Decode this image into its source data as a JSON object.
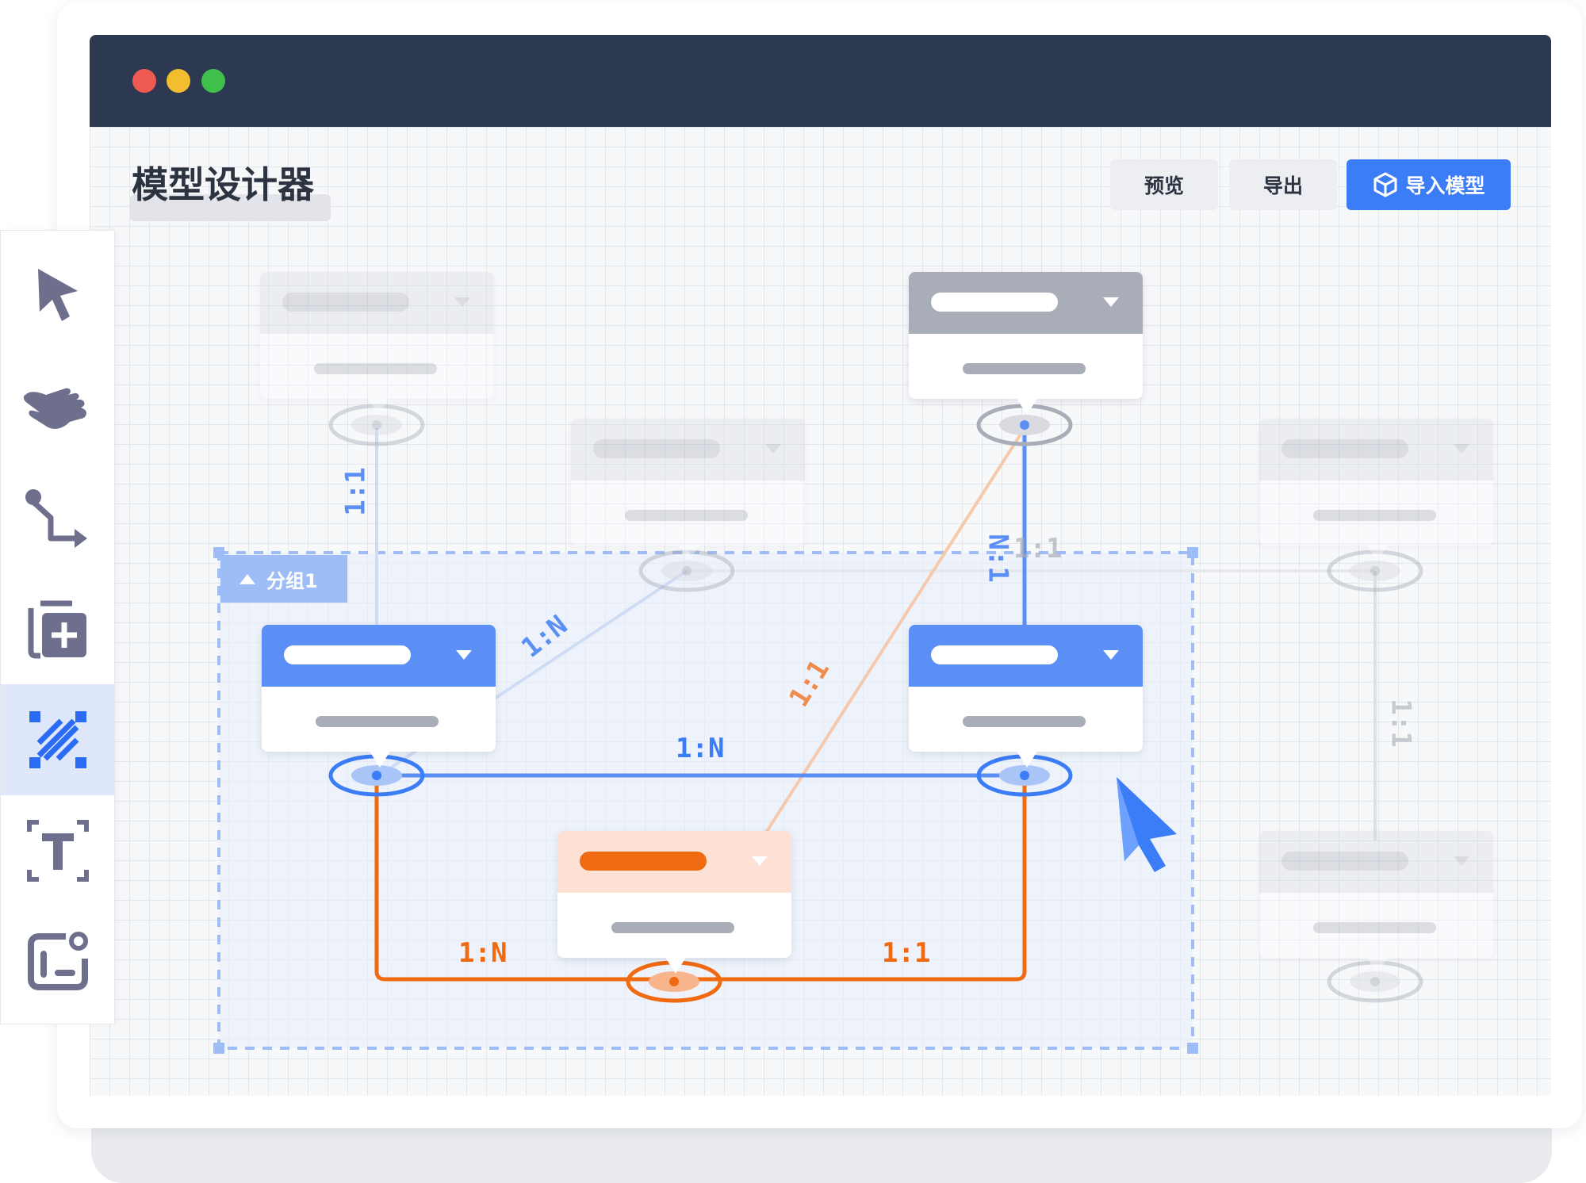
{
  "window": {
    "traffic_lights": [
      {
        "name": "close",
        "color": "#ef5b53"
      },
      {
        "name": "minimize",
        "color": "#f2bd2f"
      },
      {
        "name": "maximize",
        "color": "#3fc04a"
      }
    ]
  },
  "header": {
    "title": "模型设计器",
    "buttons": {
      "preview": "预览",
      "export": "导出",
      "import": "导入模型"
    }
  },
  "toolbar": {
    "tools": [
      {
        "name": "select-tool",
        "icon": "cursor-icon"
      },
      {
        "name": "pan-tool",
        "icon": "hand-icon"
      },
      {
        "name": "connect-tool",
        "icon": "connector-icon"
      },
      {
        "name": "add-node-tool",
        "icon": "add-copy-icon"
      },
      {
        "name": "group-select-tool",
        "icon": "marquee-icon",
        "active": true
      },
      {
        "name": "text-tool",
        "icon": "text-icon"
      },
      {
        "name": "component-tool",
        "icon": "component-icon"
      }
    ]
  },
  "group": {
    "label": "分组1"
  },
  "relations": {
    "r1": "1:1",
    "r2": "1:N",
    "r3": "N:1",
    "r4": "1:1",
    "r5": "1:1",
    "r6": "1:N",
    "r7": "1:N",
    "r8": "1:1",
    "r9": "1:1"
  },
  "colors": {
    "accent": "#3b7cf7",
    "node_blue": "#5b8ff5",
    "node_orange": "#f06a12",
    "node_orange_head": "#fde1d4",
    "node_gray_head": "#a9adb8",
    "titlebar": "#2c3951"
  }
}
